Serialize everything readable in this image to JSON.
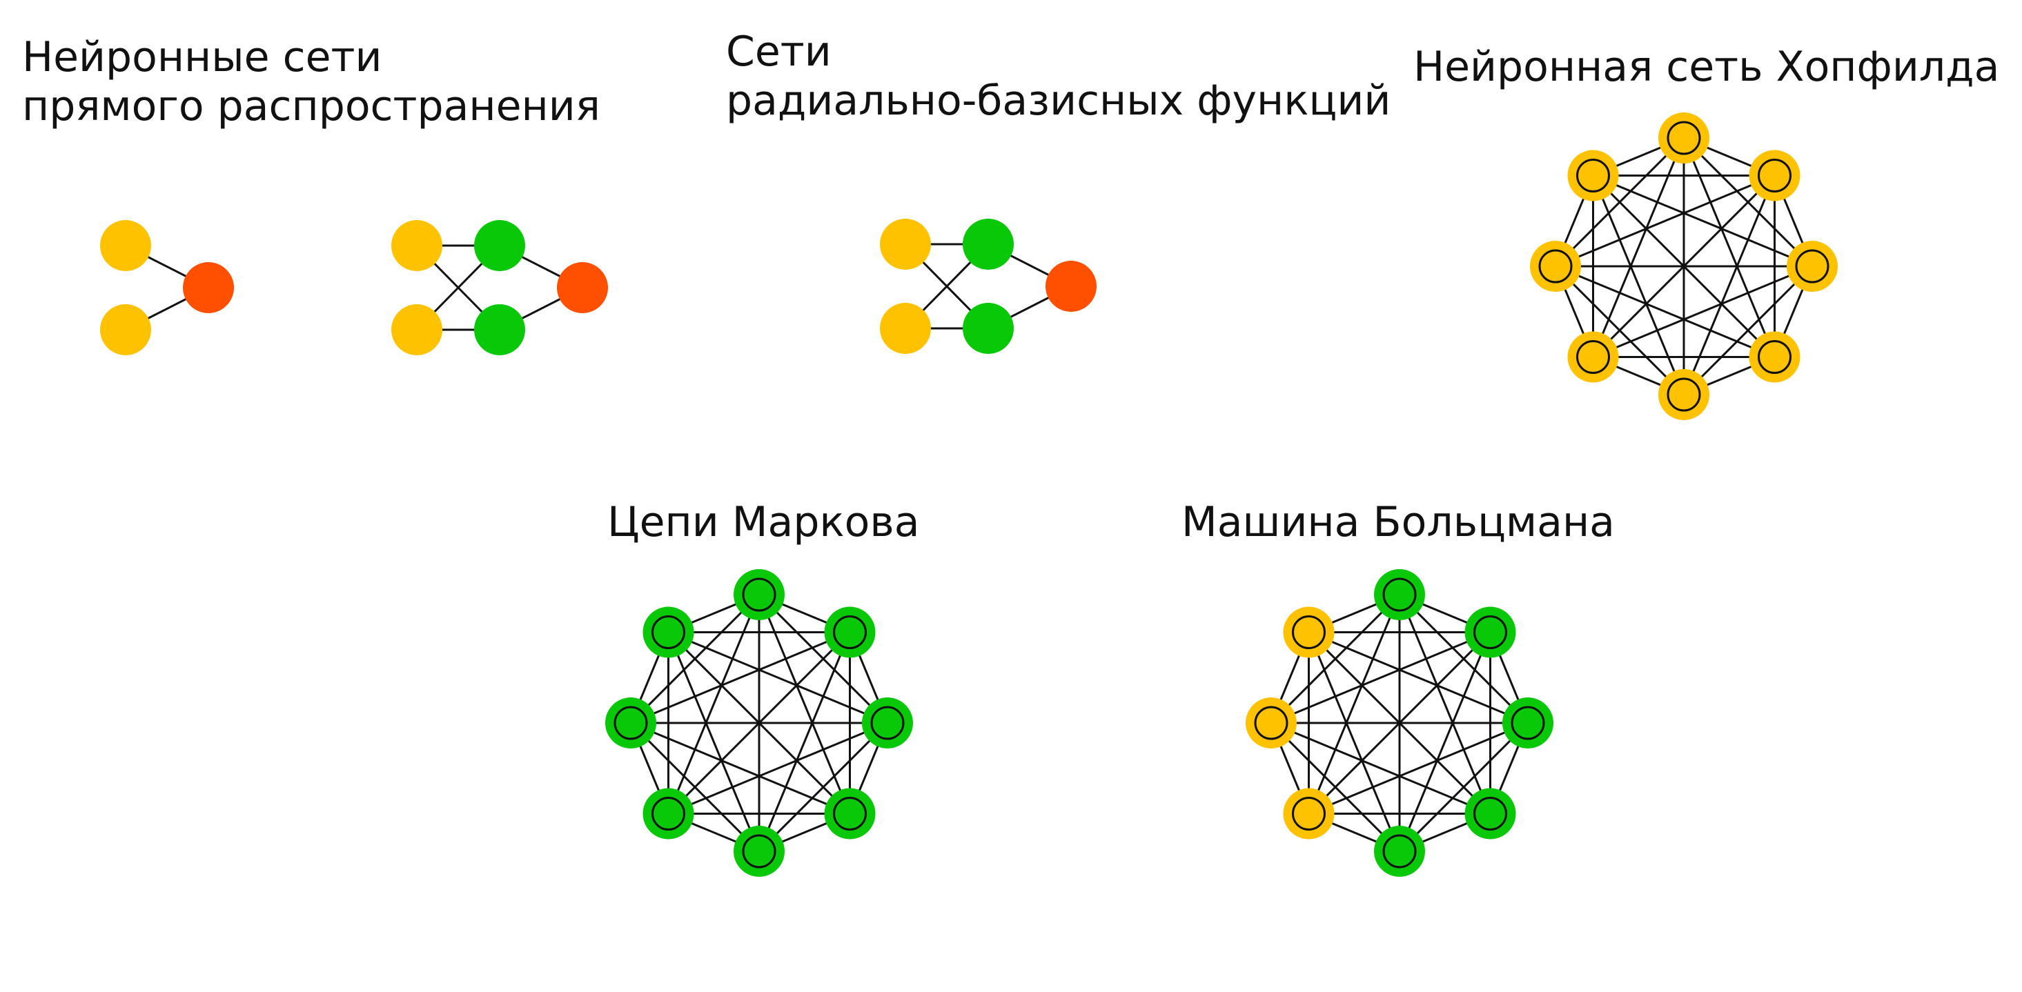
{
  "titles": {
    "feedforward": {
      "line1": "Нейронные сети",
      "line2": "прямого распространения"
    },
    "rbf": {
      "line1": "Сети",
      "line2": "радиально-базисных функций"
    },
    "hopfield": "Нейронная сеть Хопфилда",
    "markov": "Цепи Маркова",
    "boltzmann": "Машина Больцмана"
  },
  "legend_colors": {
    "input": "#ffc200",
    "hidden": "#08c808",
    "output": "#ff4f00"
  }
}
